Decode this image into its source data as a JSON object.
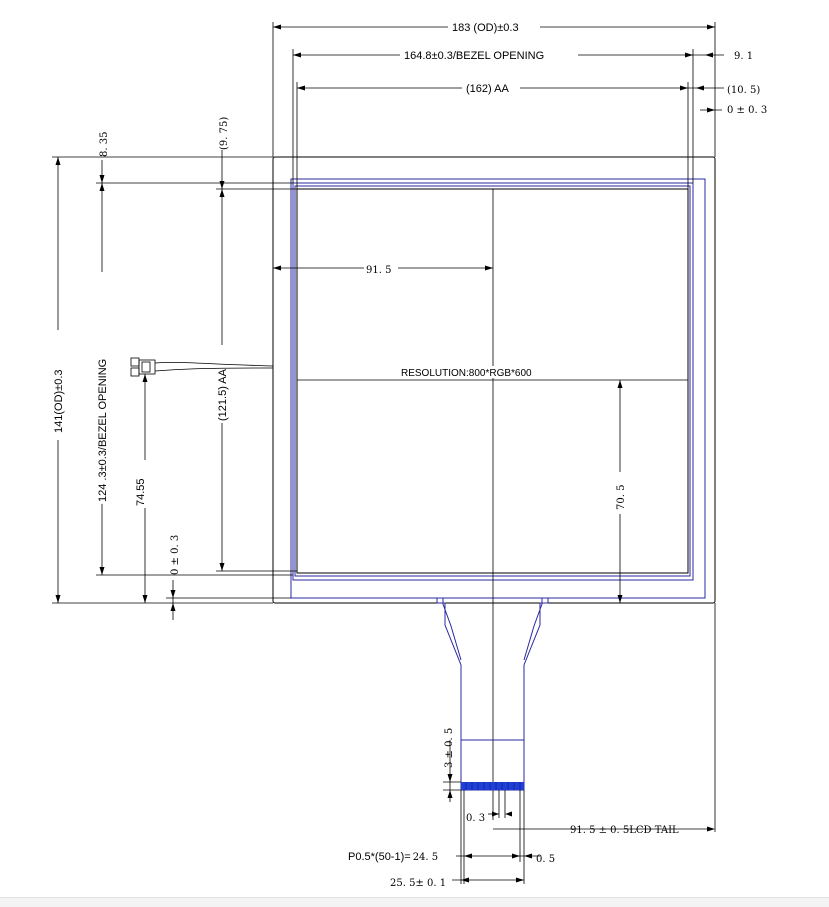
{
  "dims": {
    "od_width": "183 (OD)±0.3",
    "bezel_width": "164.8±0.3/BEZEL OPENING",
    "aa_width": "(162) AA",
    "right_offset_1": "9. 1",
    "right_offset_2": "(10. 5)",
    "right_offset_3": "0 ± 0. 3",
    "top_offset_1": "8. 35",
    "top_offset_2": "(9. 75)",
    "od_height": "141(OD)±0.3",
    "bezel_height": "124 .3±0.3/BEZEL OPENING",
    "aa_height": "(121.5) AA",
    "connector_offset": "74.55",
    "bottom_offset": "0 ± 0. 3",
    "center_x": "91. 5",
    "center_y": "70. 5",
    "resolution": "RESOLUTION:800*RGB*600",
    "tail_stiffener": "3 ± 0. 5",
    "pin_width": "0. 3",
    "tail_length": "91. 5 ± 0. 5LCD TAIL",
    "pitch_label": "P0.5*(50-1)=",
    "pitch_value": "24. 5",
    "pitch_gap": "0. 5",
    "tail_width": "25. 5± 0. 1"
  },
  "colors": {
    "line": "#000000",
    "outline": "#2a2aa0",
    "contacts": "#1f3fd6"
  }
}
